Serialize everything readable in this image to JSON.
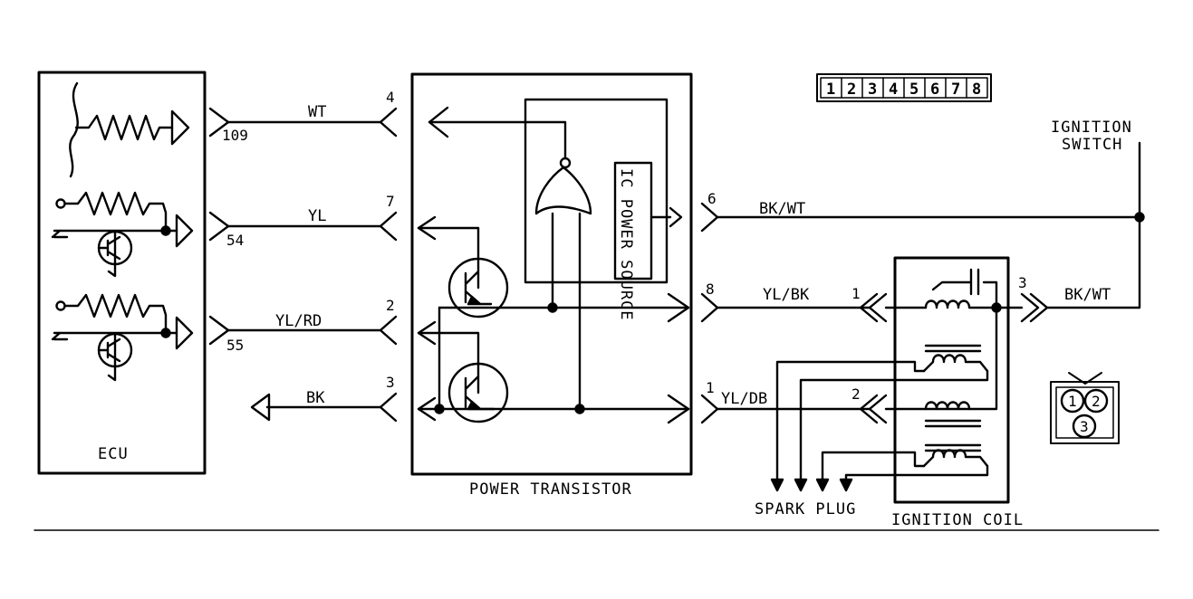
{
  "components": {
    "ecu": "ECU",
    "power_transistor": "POWER TRANSISTOR",
    "ic_power_source": "IC POWER SOURCE",
    "ignition_coil": "IGNITION COIL",
    "ignition_switch_line1": "IGNITION",
    "ignition_switch_line2": "SWITCH",
    "spark_plug": "SPARK PLUG"
  },
  "ecu_pins": [
    "109",
    "54",
    "55"
  ],
  "transistor_input_pins": [
    "4",
    "7",
    "2",
    "3"
  ],
  "transistor_output_pins": [
    "6",
    "8",
    "1"
  ],
  "coil_pins": [
    "1",
    "2",
    "3"
  ],
  "wires": {
    "pin4": "WT",
    "pin7": "YL",
    "pin2": "YL/RD",
    "pin3": "BK",
    "pin6": "BK/WT",
    "pin8": "YL/BK",
    "pin1": "YL/DB",
    "coil3": "BK/WT"
  },
  "connector_face": [
    "1",
    "2",
    "3",
    "4",
    "5",
    "6",
    "7",
    "8"
  ],
  "coil_connector_face": [
    "1",
    "2",
    "3"
  ],
  "colors": {
    "line": "#000000",
    "background": "#ffffff"
  }
}
